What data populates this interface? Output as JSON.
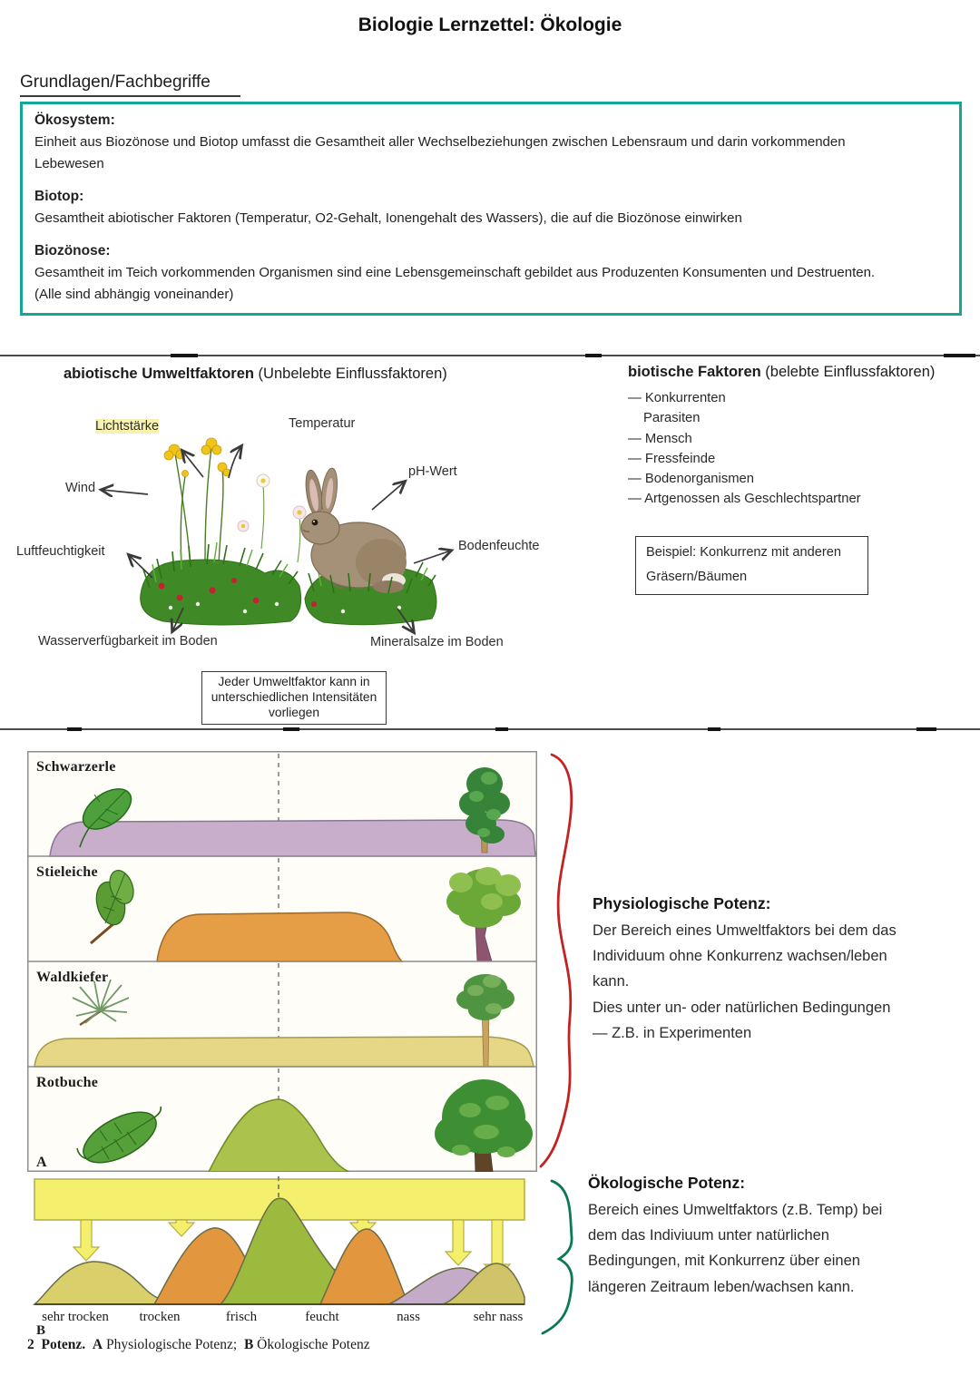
{
  "page_title": "Biologie Lernzettel: Ökologie",
  "section_heading": "Grundlagen/Fachbegriffe",
  "definitions": {
    "border_color": "#14a796",
    "okosystem": {
      "term": "Ökosystem:",
      "lines": [
        "Einheit aus Biozönose und Biotop umfasst die Gesamtheit aller Wechselbeziehungen zwischen Lebensraum und darin vorkommenden",
        "Lebewesen"
      ]
    },
    "biotop": {
      "term": "Biotop:",
      "lines": [
        "Gesamtheit abiotischer Faktoren (Temperatur, O2-Gehalt, Ionengehalt des Wassers), die auf die Biozönose einwirken"
      ]
    },
    "biozonose": {
      "term": "Biozönose:",
      "lines": [
        "Gesamtheit im Teich vorkommenden Organismen sind eine Lebensgemeinschaft gebildet aus Produzenten Konsumenten und Destruenten.",
        "(Alle sind abhängig voneinander)"
      ]
    }
  },
  "abiotic": {
    "heading_bold": "abiotische Umweltfaktoren",
    "heading_rest": " (Unbelebte Einflussfaktoren)",
    "labels": {
      "licht": "Lichtstärke",
      "temperatur": "Temperatur",
      "ph": "pH-Wert",
      "wind": "Wind",
      "luft": "Luftfeuchtigkeit",
      "boden": "Bodenfeuchte",
      "wasser": "Wasserverfügbarkeit im Boden",
      "mineral": "Mineralsalze im Boden"
    },
    "note_lines": [
      "Jeder Umweltfaktor kann in",
      "unterschiedlichen Intensitäten",
      "vorliegen"
    ]
  },
  "biotic": {
    "heading_bold": "biotische Faktoren",
    "heading_rest": " (belebte Einflussfaktoren)",
    "items": [
      "— Konkurrenten",
      "Parasiten",
      "— Mensch",
      "— Fressfeinde",
      "— Bodenorganismen",
      "— Artgenossen als Geschlechtspartner"
    ],
    "example_lines": [
      "Beispiel: Konkurrenz mit anderen",
      "Gräsern/Bäumen"
    ]
  },
  "figure": {
    "panels": [
      {
        "name": "Schwarzerle",
        "curve_color": "#c9aecb",
        "curve_extent": "full moisture range, flat"
      },
      {
        "name": "Stieleiche",
        "curve_color": "#e59e45",
        "curve_extent": "broad middle range"
      },
      {
        "name": "Waldkiefer",
        "curve_color": "#e5d786",
        "curve_extent": "full moisture range, low flat"
      },
      {
        "name": "Rotbuche",
        "curve_color": "#abc24c",
        "curve_extent": "narrow central bell"
      }
    ],
    "label_a": "A",
    "label_b": "B",
    "x_labels": [
      "sehr trocken",
      "trocken",
      "frisch",
      "feucht",
      "nass",
      "sehr nass"
    ],
    "caption": {
      "num": "2",
      "title": "Potenz.",
      "a": "A",
      "a_text": "Physiologische Potenz;",
      "b": "B",
      "b_text": "Ökologische Potenz"
    },
    "bar_color": "#f4f06e",
    "brace_a_color": "#c32222",
    "brace_b_color": "#0c7a50"
  },
  "physiologische": {
    "heading": "Physiologische Potenz:",
    "lines": [
      "Der Bereich eines Umweltfaktors bei dem das",
      "Individuum ohne Konkurrenz wachsen/leben",
      "kann.",
      "Dies unter un- oder natürlichen Bedingungen",
      "— Z.B. in Experimenten"
    ]
  },
  "okologische": {
    "heading": "Ökologische Potenz:",
    "lines": [
      "Bereich eines Umweltfaktors (z.B. Temp) bei",
      "dem das Indiviuum unter natürlichen",
      "Bedingungen, mit Konkurrenz über einen",
      "längeren Zeitraum leben/wachsen kann."
    ]
  }
}
